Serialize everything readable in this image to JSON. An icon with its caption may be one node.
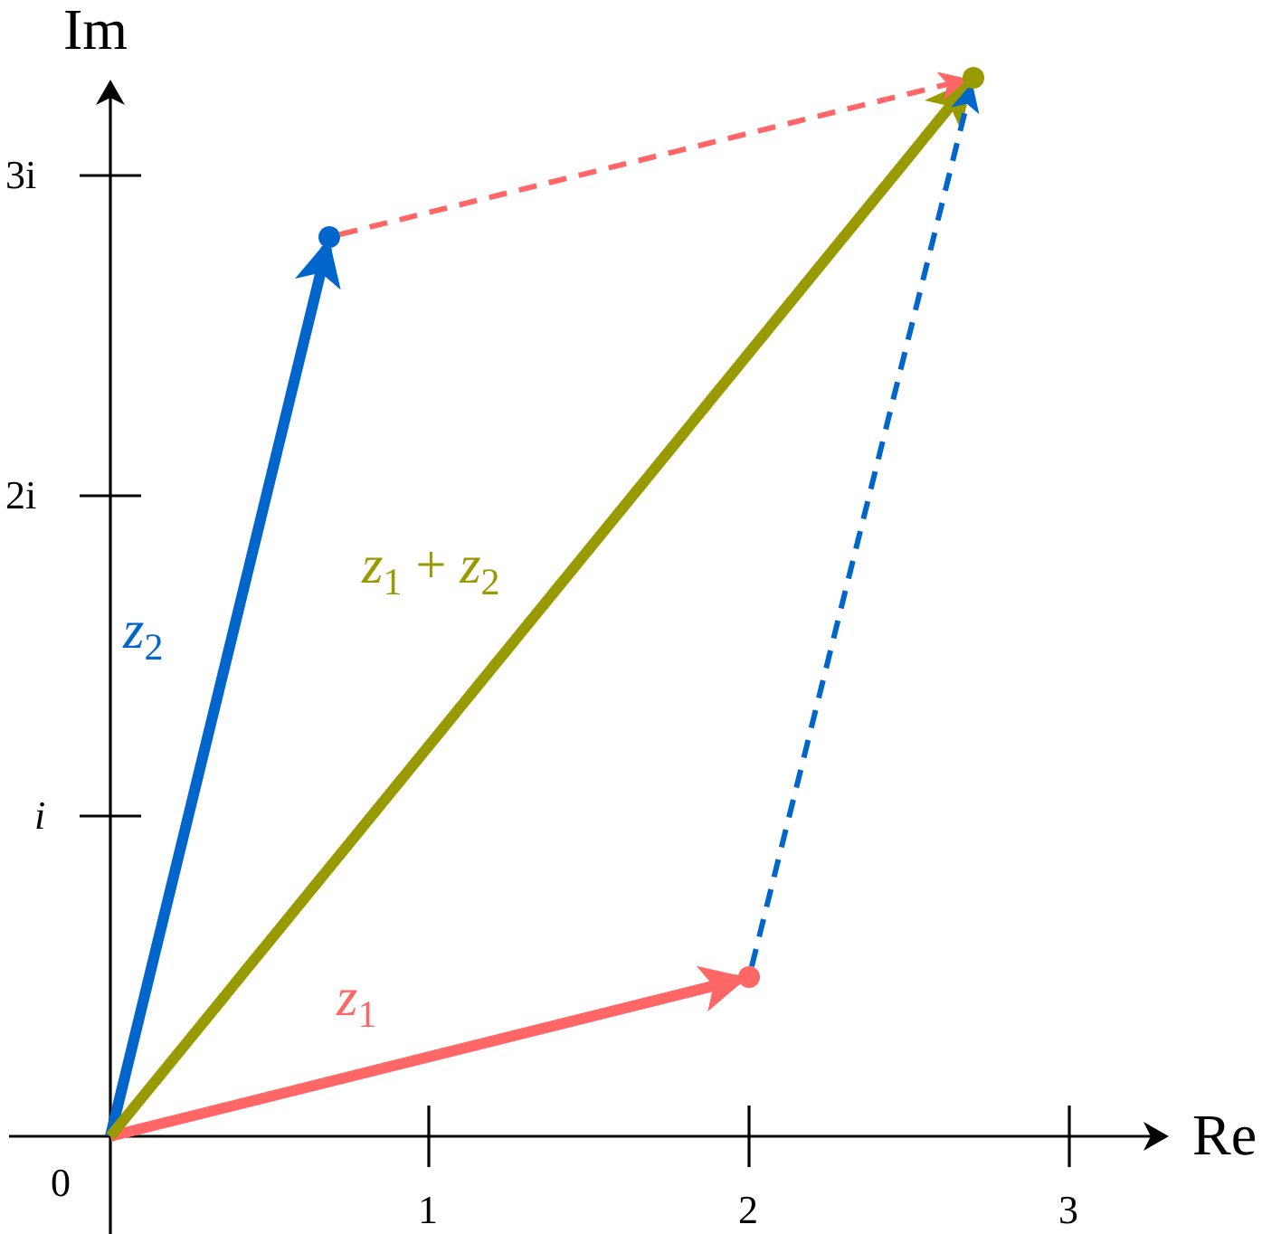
{
  "diagram": {
    "nodes": [
      {
        "text": [],
        "shape": "circle"
      },
      {
        "text": [],
        "shape": "circle"
      },
      {
        "text": [],
        "shape": "circle"
      }
    ],
    "edges": [
      {
        "from": null,
        "to": 2,
        "arrow": "to",
        "label": "*z*$_{1}$",
        "color": "#ff6666"
      },
      {
        "from": null,
        "to": 1,
        "arrow": "to",
        "label": "*z*$_{2}$",
        "color": "#0066cc"
      },
      {
        "from": null,
        "to": 0,
        "arrow": "to",
        "label": "*z*$_{1}$ + *z*$_{2}$",
        "color": "#999900"
      },
      {
        "from": 1,
        "to": 0,
        "arrow": "to",
        "style": "dashed",
        "color": "#ff6666"
      },
      {
        "from": 2,
        "to": 0,
        "arrow": "to",
        "style": "dashed",
        "color": "#0066cc"
      }
    ],
    "labels": [
      "Im",
      "3i",
      "2i",
      "i",
      "0",
      "1",
      "2",
      "3",
      "Re"
    ]
  }
}
